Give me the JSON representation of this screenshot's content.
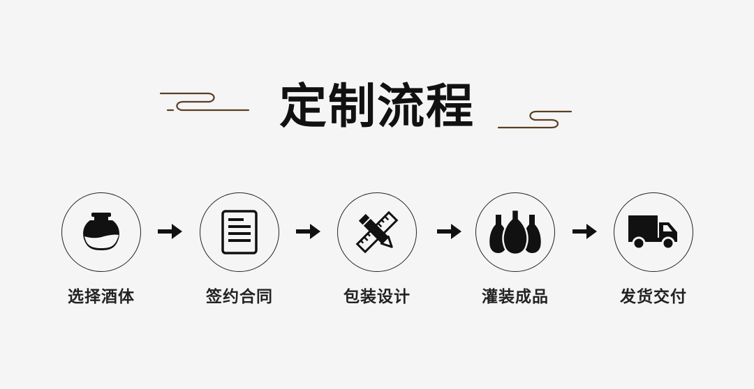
{
  "title": "定制流程",
  "colors": {
    "ornament": "#5a3e22",
    "ink": "#111111",
    "background": "#f5f5f5"
  },
  "steps": [
    {
      "label": "选择酒体",
      "icon": "wine-jar-icon"
    },
    {
      "label": "签约合同",
      "icon": "contract-document-icon"
    },
    {
      "label": "包装设计",
      "icon": "pencil-ruler-icon"
    },
    {
      "label": "灌装成品",
      "icon": "bottles-icon"
    },
    {
      "label": "发货交付",
      "icon": "delivery-truck-icon"
    }
  ]
}
